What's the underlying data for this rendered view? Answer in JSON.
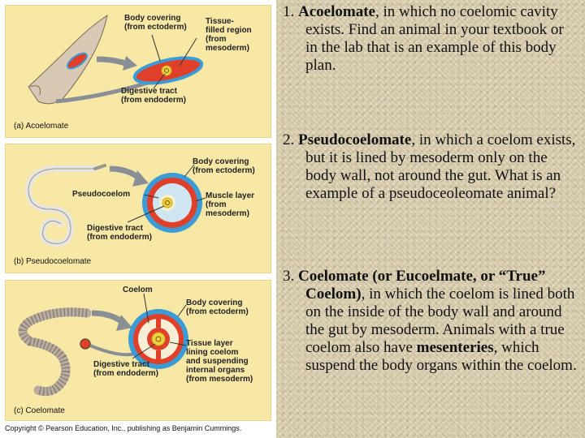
{
  "figure": {
    "panels": [
      {
        "label": "(a) Acoelomate",
        "annotations": {
          "body_covering": "Body covering\n(from ectoderm)",
          "tissue_filled": "Tissue-\nfilled region\n(from\nmesoderm)",
          "digestive": "Digestive tract\n(from endoderm)"
        }
      },
      {
        "label": "(b) Pseudocoelomate",
        "annotations": {
          "body_covering": "Body covering\n(from ectoderm)",
          "pseudocoelom": "Pseudocoelom",
          "muscle": "Muscle layer\n(from\nmesoderm)",
          "digestive": "Digestive tract\n(from endoderm)"
        }
      },
      {
        "label": "(c) Coelomate",
        "annotations": {
          "coelom": "Coelom",
          "body_covering": "Body covering\n(from ectoderm)",
          "tissue_layer": "Tissue layer\nlining coelom\nand suspending\ninternal organs\n(from mesoderm)",
          "digestive": "Digestive tract\n(from endoderm)"
        }
      }
    ],
    "copyright": "Copyright © Pearson Education, Inc., publishing as Benjamin Cummings."
  },
  "text_items": [
    {
      "number": "1.",
      "term": "Acoelomate",
      "rest": ", in which no coelomic cavity exists. Find an animal in your textbook or in the lab that is an example of this body plan."
    },
    {
      "number": "2.",
      "term": "Pseudocoelomate",
      "rest": ", in which a coelom exists, but it is lined by mesoderm only on the body wall, not around the gut. What is an example of a pseudoceoleomate animal?"
    },
    {
      "number": "3.",
      "term": "Coelomate (or  Eucoelmate, or “True” Coelom)",
      "rest_a": ", in which the coelom is lined both on the inside of the body wall and around the gut by mesoderm. Animals with a true coelom also have ",
      "term2": "mesenteries",
      "rest_b": ", which suspend the body organs within the coelom."
    }
  ],
  "colors": {
    "panel_bg": "#f8e8a6",
    "ectoderm": "#3a9bd6",
    "mesoderm": "#e0402a",
    "endoderm": "#f1d13a",
    "arrow": "#8a8f96"
  }
}
